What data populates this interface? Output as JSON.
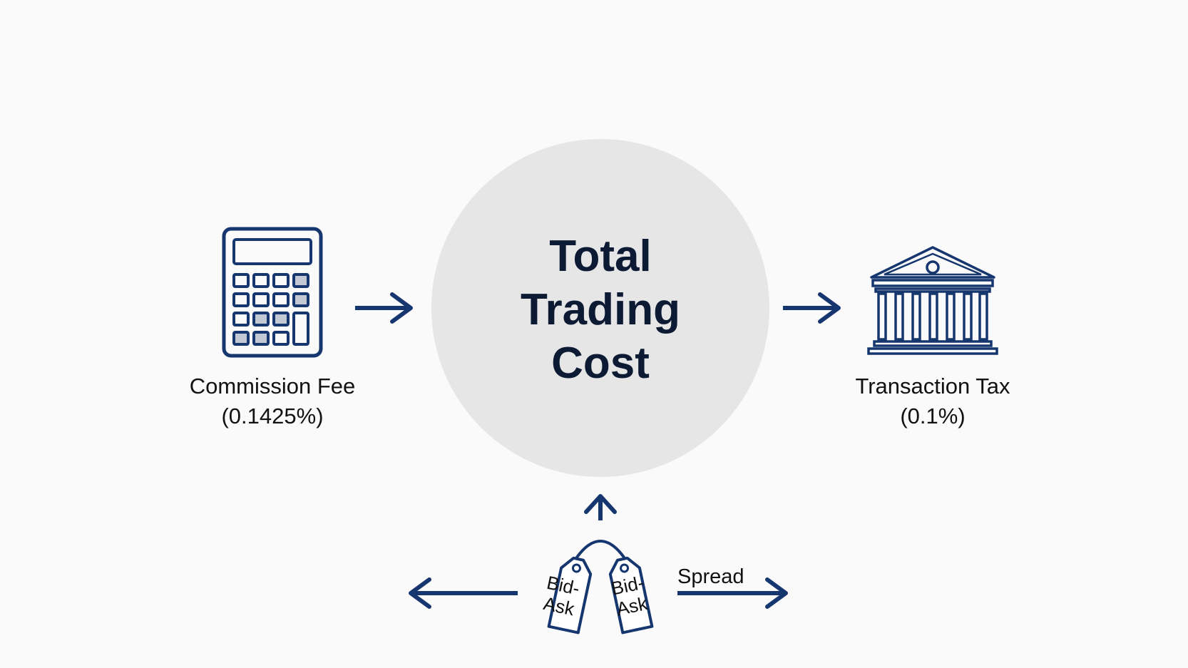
{
  "center": {
    "lines": [
      "Total",
      "Trading",
      "Cost"
    ]
  },
  "commission": {
    "icon": "calculator-icon",
    "label_line1": "Commission Fee",
    "label_line2": "(0.1425%)"
  },
  "tax": {
    "icon": "bank-building-icon",
    "label_line1": "Transaction Tax",
    "label_line2": "(0.1%)"
  },
  "bid_ask": {
    "icon": "price-tag-icon",
    "tag_left": [
      "Bid-",
      "Ask"
    ],
    "tag_right": [
      "Bid-",
      "Ask"
    ],
    "spread_label": "Spread"
  },
  "colors": {
    "navy": "#15366e",
    "circle": "#e6e6e6",
    "background": "#fafafa",
    "key_fill": "#c2c8d4"
  }
}
